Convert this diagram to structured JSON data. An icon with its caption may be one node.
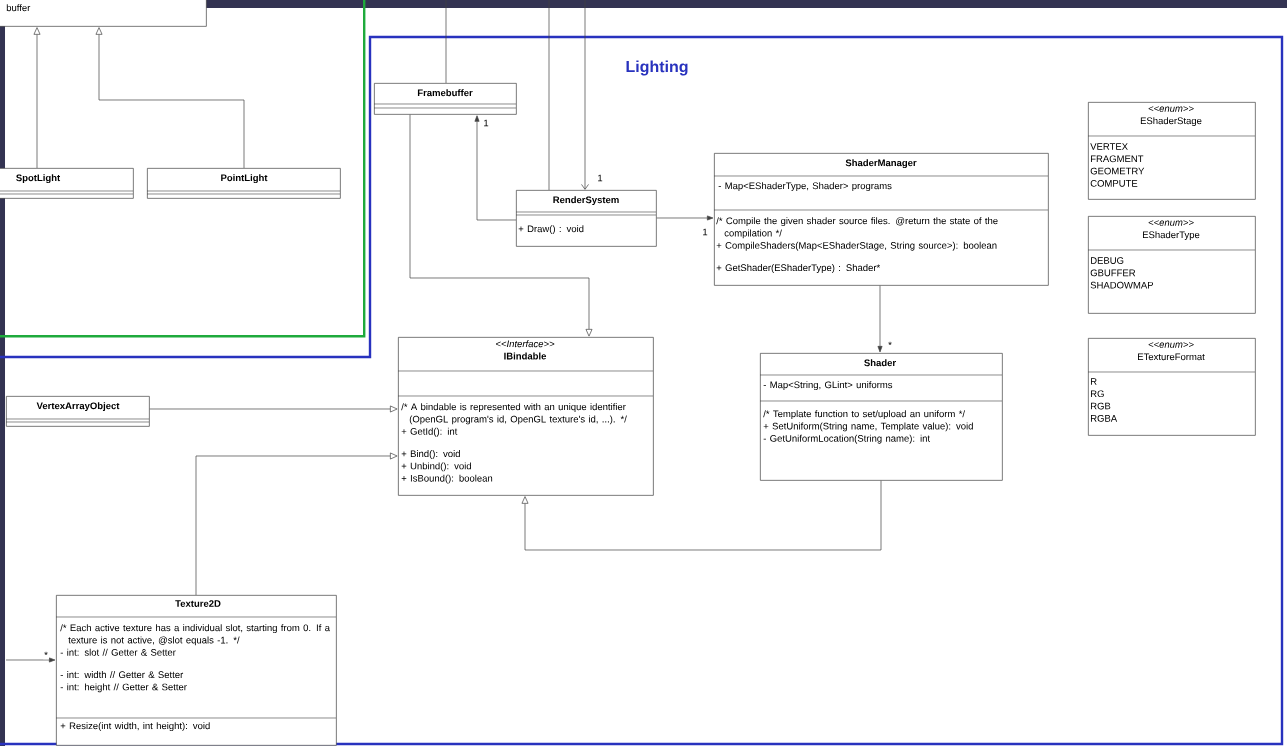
{
  "diagram": {
    "nodes": [
      {
        "text": [],
        "shape": "box"
      },
      {
        "text": [
          "buffer"
        ],
        "in": 0
      },
      {
        "text": [
          "SpotLight"
        ],
        "in": 0
      },
      {
        "text": [
          "PointLight"
        ],
        "in": 0
      },
      {
        "text": [
          "Lighting"
        ]
      },
      {
        "text": [
          "Framebuffer"
        ],
        "in": 4
      },
      {
        "text": [
          "RenderSystem",
          "+ Draw() : void"
        ],
        "in": 4
      },
      {
        "text": [
          "ShaderManager",
          "- Map<EShaderType, Shader> programs",
          "/* Compile the given shader source files. @return the state of the compilation */",
          "+ CompileShaders(Map<EShaderStage, String source>): boolean",
          "+ GetShader(EShaderType) : Shader*"
        ],
        "in": 4
      },
      {
        "text": [
          "<<enum>>",
          "EShaderStage",
          "VERTEX",
          "FRAGMENT",
          "GEOMETRY",
          "COMPUTE"
        ],
        "in": 4
      },
      {
        "text": [
          "<<enum>>",
          "EShaderType",
          "DEBUG",
          "GBUFFER",
          "SHADOWMAP"
        ],
        "in": 4
      },
      {
        "text": [
          "<<Interface>>",
          "IBindable",
          "/* A bindable is represented with an unique identifier (OpenGL program's id, OpenGL texture's id, ...). */",
          "+ GetId(): int",
          "+ Bind(): void",
          "+ Unbind(): void",
          "+ IsBound(): boolean"
        ],
        "in": 4
      },
      {
        "text": [
          "Shader",
          "- Map<String, GLint> uniforms",
          "/* Template function to set/upload an uniform */",
          "+ SetUniform(String name, Template value): void",
          "- GetUniformLocation(String name): int"
        ],
        "in": 4
      },
      {
        "text": [
          "<<enum>>",
          "ETextureFormat",
          "R",
          "RG",
          "RGB",
          "RGBA"
        ],
        "in": 4
      },
      {
        "text": [
          "VertexArrayObject"
        ],
        "in": 4
      },
      {
        "text": [
          "Texture2D",
          "/* Each active texture has a individual slot, starting from 0. If a texture is not active, @slot equals -1. */",
          "- int: slot // Getter & Setter",
          "- int: width // Getter & Setter",
          "- int: height // Getter & Setter",
          "+ Resize(int width, int height): void"
        ],
        "in": 4
      }
    ],
    "edges": [
      {
        "from": 2,
        "to": 1,
        "arrow": "to"
      },
      {
        "from": 3,
        "to": 1,
        "arrow": "to"
      },
      {
        "from": 5,
        "to": null,
        "arrow": "none"
      },
      {
        "from": 6,
        "to": null,
        "arrow": "none"
      },
      {
        "from": null,
        "to": 6,
        "arrow": "to",
        "label": "1"
      },
      {
        "from": 6,
        "to": 5,
        "arrow": "to",
        "label": "1"
      },
      {
        "from": 6,
        "to": 7,
        "arrow": "to",
        "label": "1"
      },
      {
        "from": 5,
        "to": 10,
        "arrow": "to"
      },
      {
        "from": 7,
        "to": 11,
        "arrow": "to",
        "label": "*"
      },
      {
        "from": 13,
        "to": 10,
        "arrow": "to"
      },
      {
        "from": 14,
        "to": 10,
        "arrow": "to"
      },
      {
        "from": 11,
        "to": 10,
        "arrow": "to"
      },
      {
        "from": null,
        "to": 14,
        "arrow": "to",
        "label": "*"
      }
    ]
  }
}
